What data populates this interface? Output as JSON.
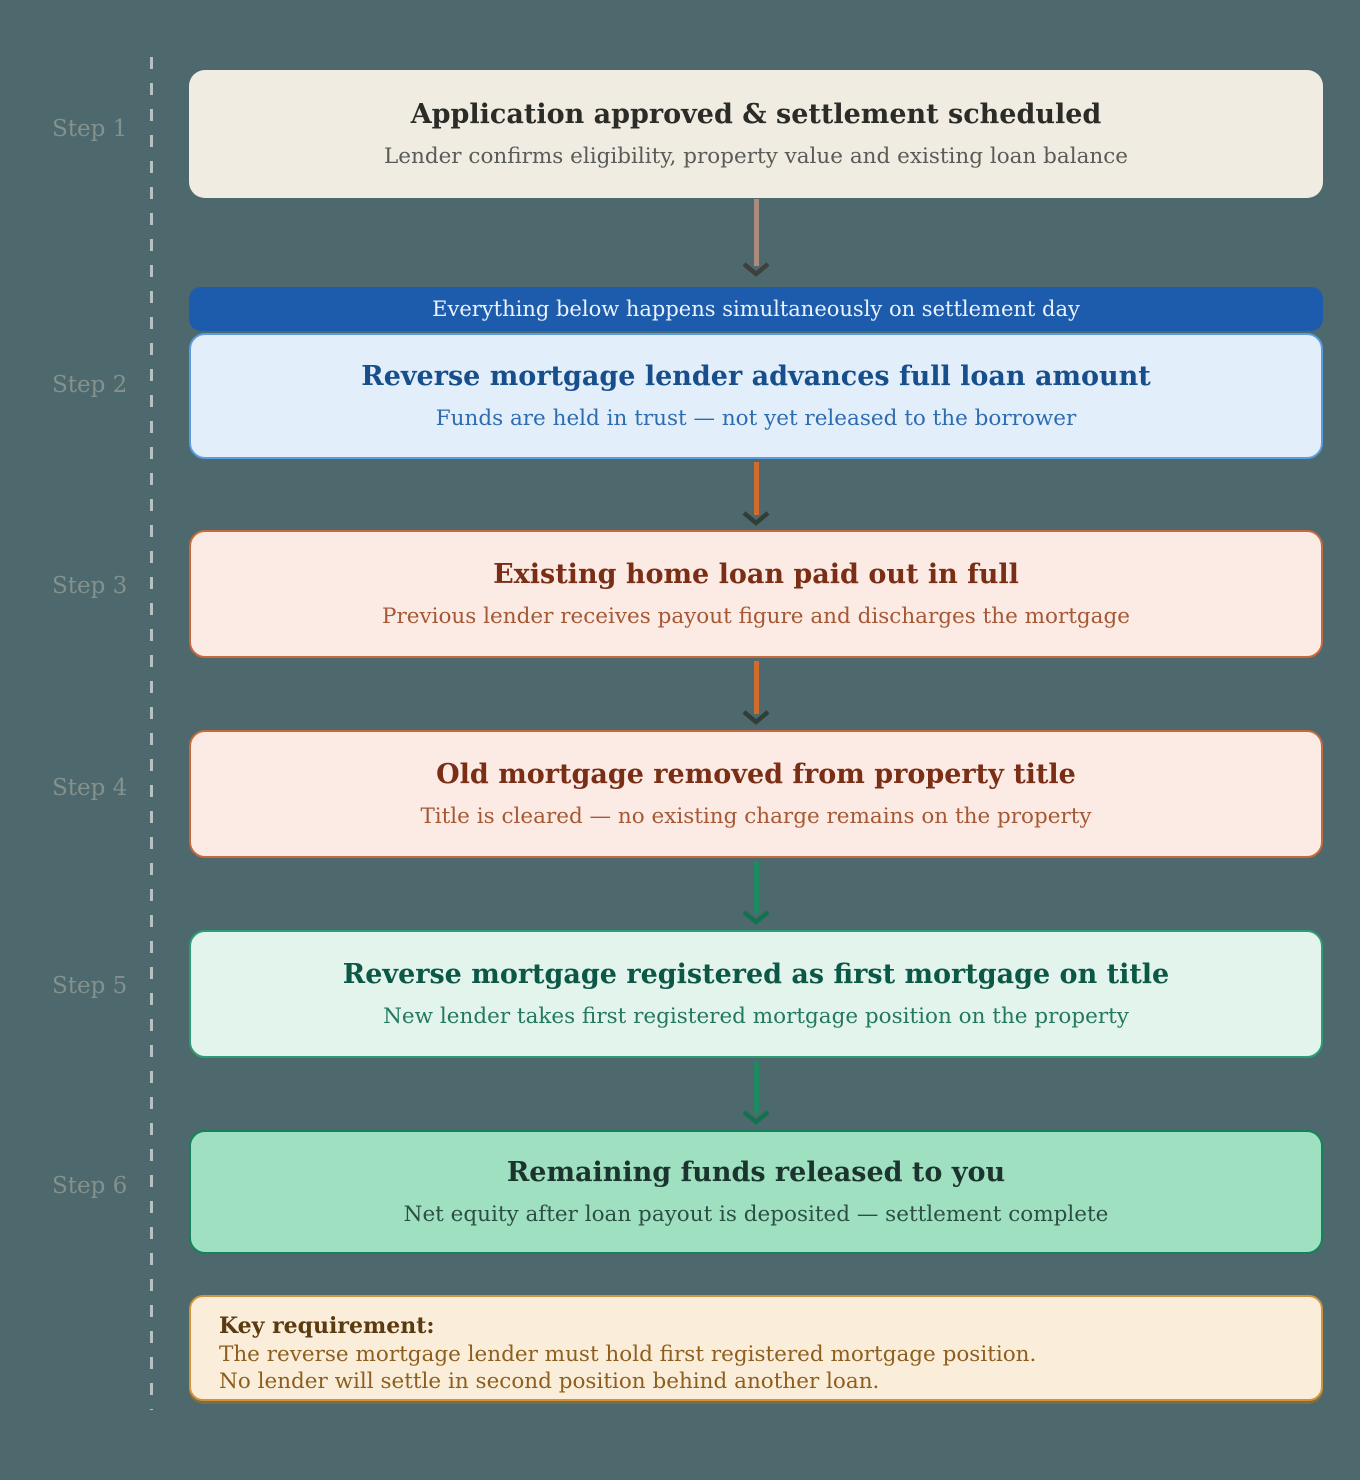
{
  "banner": {
    "label": "Everything below happens simultaneously on settlement day"
  },
  "steps": [
    {
      "label": "Step 1",
      "title": "Application approved & settlement scheduled",
      "subtitle": "Lender confirms eligibility, property value and existing loan balance"
    },
    {
      "label": "Step 2",
      "title": "Reverse mortgage lender advances full loan amount",
      "subtitle": "Funds are held in trust — not yet released to the borrower"
    },
    {
      "label": "Step 3",
      "title": "Existing home loan paid out in full",
      "subtitle": "Previous lender receives payout figure and discharges the mortgage"
    },
    {
      "label": "Step 4",
      "title": "Old mortgage removed from property title",
      "subtitle": "Title is cleared — no existing charge remains on the property"
    },
    {
      "label": "Step 5",
      "title": "Reverse mortgage registered as first mortgage on title",
      "subtitle": "New lender takes first registered mortgage position on the property"
    },
    {
      "label": "Step 6",
      "title": "Remaining funds released to you",
      "subtitle": "Net equity after loan payout is deposited — settlement complete"
    }
  ],
  "key_requirement": {
    "heading": "Key requirement:",
    "lines": [
      "The reverse mortgage lender must hold first registered mortgage position.",
      "No lender will settle in second position behind another loan."
    ]
  },
  "colors": {
    "background": "#4d696d",
    "banner_blue": "#1d5cac",
    "step1_bg": "#f0ece2",
    "step2_bg": "#e3eefb",
    "step2_border": "#5b9be0",
    "step3_4_bg": "#fbebe4",
    "step3_4_border": "#c6693f",
    "step5_bg": "#e3f4ec",
    "step5_border": "#2d9e74",
    "step6_bg": "#9fe0c1",
    "step6_border": "#15825b",
    "key_bg": "#faeeda",
    "key_border": "#d0953c",
    "arrow_gray": "#ab8b7c",
    "arrow_orange": "#d06d2d",
    "arrow_green": "#1e8a61"
  }
}
